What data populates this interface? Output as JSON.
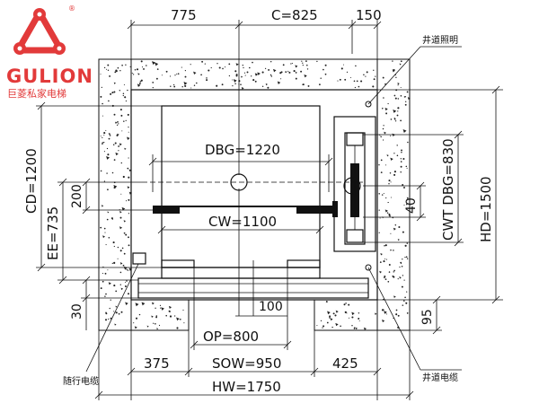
{
  "logo": {
    "name": "GULION",
    "subtitle": "巨菱私家电梯",
    "registered": "®",
    "color": "#e23a3a"
  },
  "labels": {
    "hoistway_lighting": "井道照明",
    "travel_cable": "随行电缆",
    "hoistway_cable": "井道电缆"
  },
  "dimensions": {
    "top_left": "775",
    "top_c": "C=825",
    "top_right": "150",
    "dbg": "DBG=1220",
    "cw": "CW=1100",
    "cd": "CD=1200",
    "ee": "EE=735",
    "d200": "200",
    "cwt_dbg": "CWT DBG=830",
    "hd": "HD=1500",
    "d40": "40",
    "d100": "100",
    "op": "OP=800",
    "d30": "30",
    "d95": "95",
    "b375": "375",
    "sow": "SOW=950",
    "b425": "425",
    "hw": "HW=1750"
  }
}
